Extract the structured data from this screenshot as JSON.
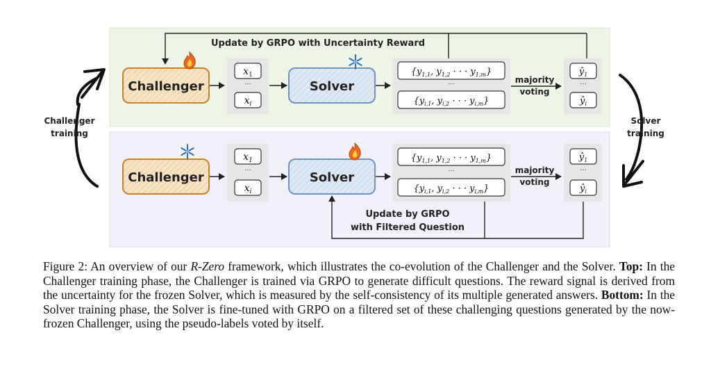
{
  "figure": {
    "top_loop_label": "Update by GRPO with Uncertainty Reward",
    "challenger_label": "Challenger",
    "solver_label": "Solver",
    "majority_label_line1": "majority",
    "majority_label_line2": "voting",
    "left_label_line1": "Challenger",
    "left_label_line2": "training",
    "right_label_line1": "Solver",
    "right_label_line2": "training",
    "bottom_loop_line1": "Update by GRPO",
    "bottom_loop_line2": "with Filtered Question",
    "ellipsis": "···",
    "colors": {
      "top_panel": "#eef4e6",
      "bottom_panel": "#f2f0f8",
      "challenger_fill": "#f7e3c5",
      "challenger_stroke": "#c9822a",
      "solver_fill": "#dfe9f5",
      "solver_stroke": "#6e93c2",
      "gray_box": "#e6e6e6"
    },
    "icons": {
      "trainable": "fire-icon",
      "frozen": "snowflake-icon"
    }
  },
  "caption": {
    "lead": "Figure 2: An overview of our ",
    "name": "R-Zero",
    "after_name": " framework, which illustrates the co-evolution of the Challenger and the Solver. ",
    "top_label": "Top:",
    "top_text": " In the Challenger training phase, the Challenger is trained via GRPO to generate difficult questions. The reward signal is derived from the uncertainty for the frozen Solver, which is measured by the self-consistency of its multiple generated answers. ",
    "bottom_label": "Bottom:",
    "bottom_text": " In the Solver training phase, the Solver is fine-tuned with GRPO on a filtered set of these challenging questions generated by the now-frozen Challenger, using the pseudo-labels voted by itself."
  }
}
